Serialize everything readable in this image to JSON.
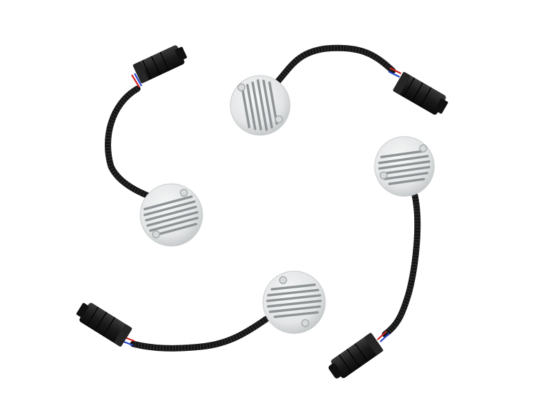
{
  "scene": {
    "background": "#ffffff",
    "colors": {
      "sensor_body": "#e9eaea",
      "sensor_shade": "#bfc2c4",
      "slot": "#8e9396",
      "cable": "#141414",
      "connector": "#1a1a1a",
      "wire_red": "#d02020",
      "wire_blue": "#2244c8"
    },
    "assemblies": [
      {
        "name": "top-left-assembly"
      },
      {
        "name": "top-center-assembly"
      },
      {
        "name": "right-assembly"
      },
      {
        "name": "bottom-assembly"
      }
    ]
  }
}
